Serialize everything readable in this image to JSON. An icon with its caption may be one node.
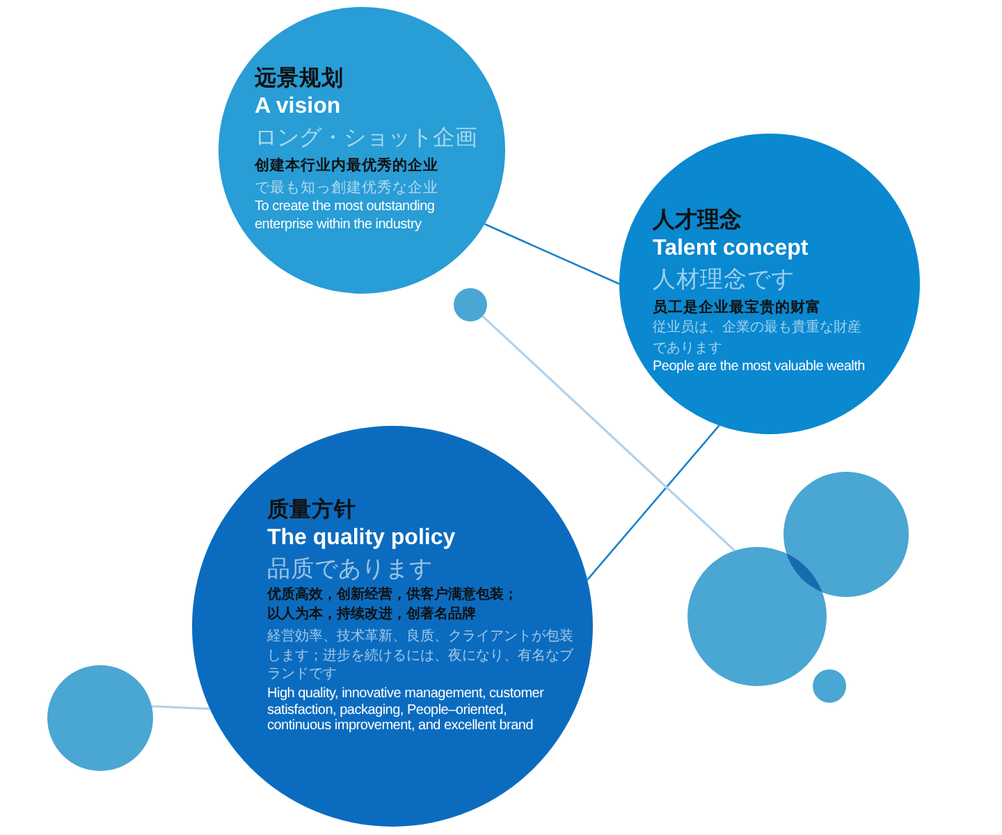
{
  "diagram": {
    "nodes": [
      {
        "text": [
          "远景规划",
          "A vision",
          "ロング・ショット企画",
          "创建本行业内最优秀的企业",
          "で最も知っ創建优秀な企业",
          "To create the most outstanding enterprise within the industry"
        ]
      },
      {
        "text": [
          "人才理念",
          "Talent concept",
          "人材理念です",
          "员工是企业最宝贵的财富",
          "従业员は、企業の最も貴重な財産であります",
          "People are the most valuable wealth"
        ]
      },
      {
        "text": [
          "质量方针",
          "The quality policy",
          "品质であります",
          "优质高效，创新经营，供客户满意包装；以人为本，持续改进，创著名品牌",
          "経営効率、技术革新、良质、クライアントが包装します；进步を続けるには、夜になり、有名なブランドです",
          "High quality, innovative management, customer satisfaction, packaging, People–oriented, continuous improvement, and excellent brand"
        ]
      },
      {
        "text": [],
        "shape": "circle"
      },
      {
        "text": [],
        "shape": "circle"
      },
      {
        "text": [],
        "shape": "circle"
      },
      {
        "text": [],
        "shape": "circle"
      },
      {
        "text": [],
        "shape": "circle"
      }
    ],
    "edges": [
      {
        "from": 0,
        "to": 1,
        "arrow": "none"
      },
      {
        "from": 1,
        "to": 2,
        "arrow": "none"
      },
      {
        "from": 3,
        "to": 5,
        "arrow": "none",
        "color": "#b3d2ea"
      },
      {
        "from": 2,
        "to": 7,
        "arrow": "none",
        "color": "#b3d2ea"
      }
    ]
  }
}
